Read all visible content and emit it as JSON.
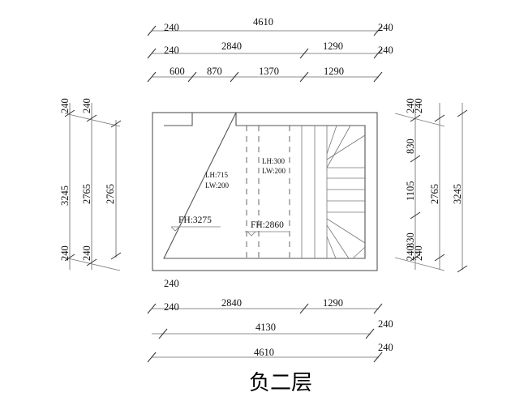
{
  "title": "负二层",
  "top_dims": {
    "row1": {
      "ext_left": "240",
      "total": "4610",
      "ext_right": "240"
    },
    "row2": {
      "ext_left": "240",
      "a": "2840",
      "b": "1290",
      "ext_right": "240"
    },
    "row3": {
      "a": "600",
      "b": "870",
      "c": "1370",
      "d": "1290"
    }
  },
  "left_dims": {
    "col1": {
      "top": "240",
      "mid": "3245",
      "bottom": "240"
    },
    "col2": {
      "top": "240",
      "mid": "2765",
      "bottom": "240"
    },
    "col3": {
      "mid": "2765"
    }
  },
  "right_dims": {
    "col1": {
      "top": "240",
      "a": "830",
      "b": "1105",
      "c": "830",
      "bottom": "240"
    },
    "col2": {
      "top": "240",
      "mid": "2765",
      "bottom": "240"
    },
    "col3": {
      "mid": "3245"
    }
  },
  "bottom_dims": {
    "row0": {
      "ext_left": "240"
    },
    "row1": {
      "ext_left": "240",
      "a": "2840",
      "b": "1290"
    },
    "row2": {
      "total": "4130",
      "ext_right": "240"
    },
    "row3": {
      "total": "4610",
      "ext_right": "240"
    }
  },
  "annotations": {
    "lh1": "LH:715",
    "lw1": "LW:200",
    "lh2": "LH:300",
    "lw2": "LW:200",
    "fh1": "FH:3275",
    "fh2": "FH:2860"
  }
}
